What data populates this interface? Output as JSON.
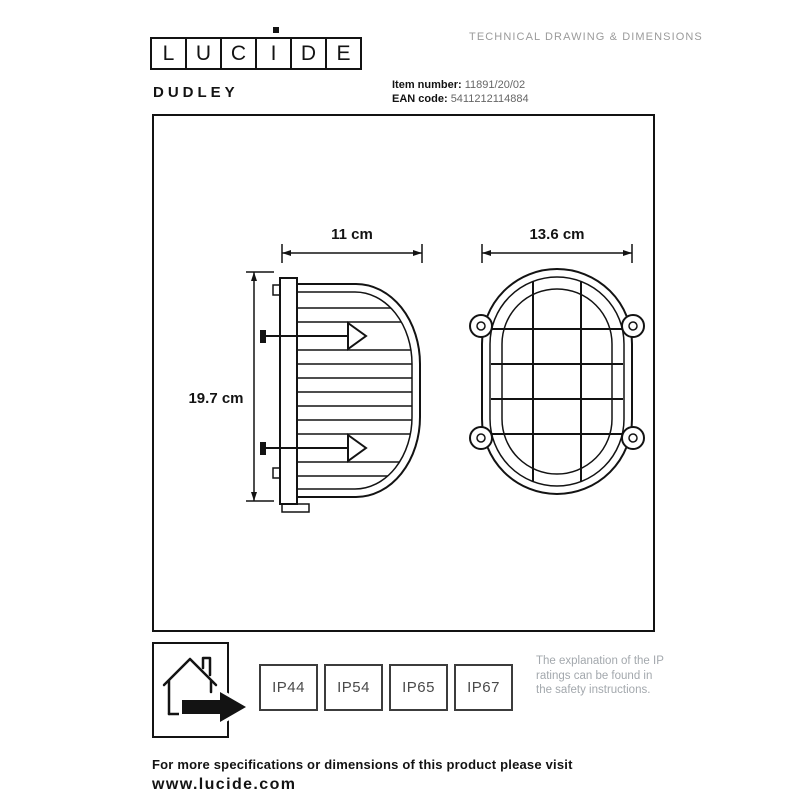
{
  "header": {
    "logo_letters": [
      "L",
      "U",
      "C",
      "I",
      "D",
      "E"
    ],
    "tagline": "TECHNICAL DRAWING & DIMENSIONS"
  },
  "product": {
    "name": "DUDLEY",
    "item_label": "Item number:",
    "item_value": "11891/20/02",
    "ean_label": "EAN code:",
    "ean_value": "5411212114884"
  },
  "drawing": {
    "side_width": "11 cm",
    "side_height": "19.7 cm",
    "front_width": "13.6 cm"
  },
  "ip": {
    "ratings": [
      "IP44",
      "IP54",
      "IP65",
      "IP67"
    ],
    "note": "The explanation of the IP ratings can be found in the safety instructions."
  },
  "footer": {
    "line1": "For more specifications or dimensions of this product please visit",
    "website": "www.lucide.com"
  }
}
